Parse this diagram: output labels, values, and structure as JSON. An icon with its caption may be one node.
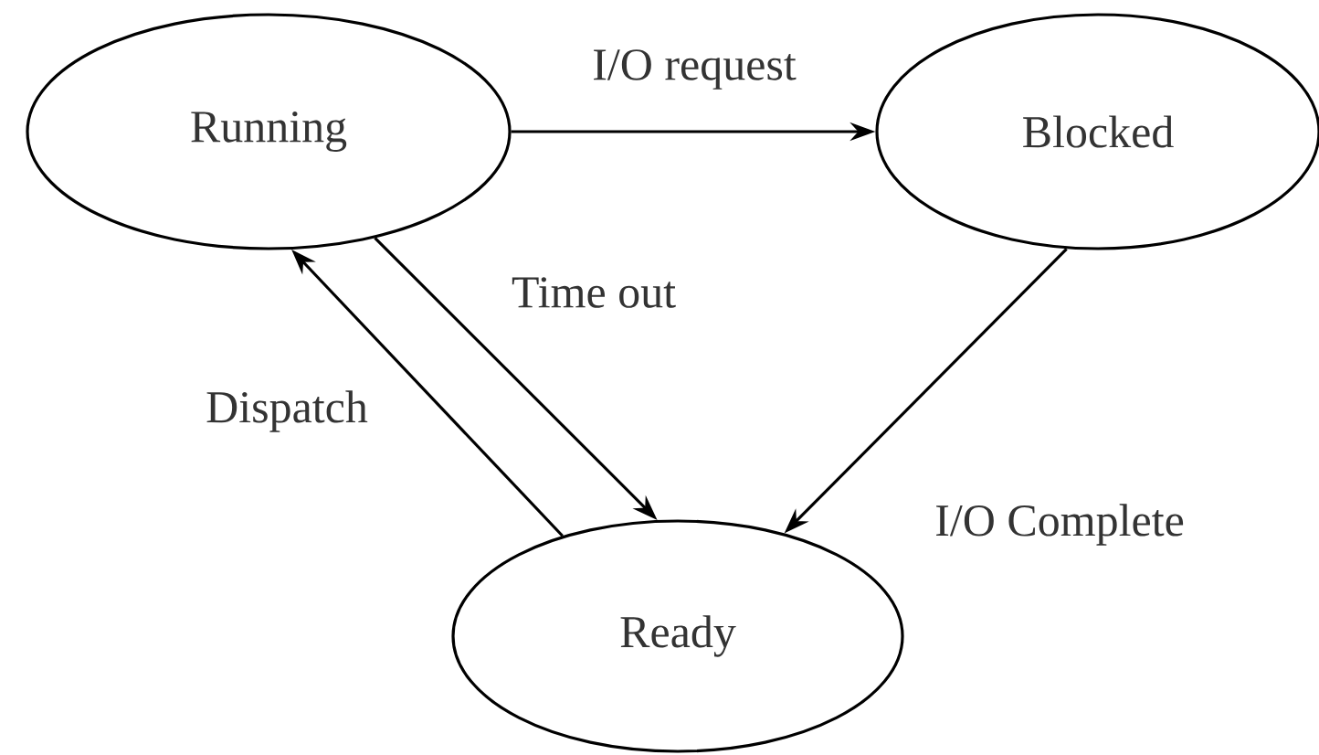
{
  "diagram": {
    "nodes": [
      {
        "text": [
          "Running"
        ]
      },
      {
        "text": [
          "Blocked"
        ]
      },
      {
        "text": [
          "Ready"
        ]
      }
    ],
    "edges": [
      {
        "from": 0,
        "to": 1,
        "arrow": "to",
        "label": "I/O request"
      },
      {
        "from": 0,
        "to": 2,
        "arrow": "to",
        "label": "Time out"
      },
      {
        "from": 2,
        "to": 0,
        "arrow": "to",
        "label": "Dispatch"
      },
      {
        "from": 1,
        "to": 2,
        "arrow": "to",
        "label": "I/O Complete"
      }
    ]
  }
}
